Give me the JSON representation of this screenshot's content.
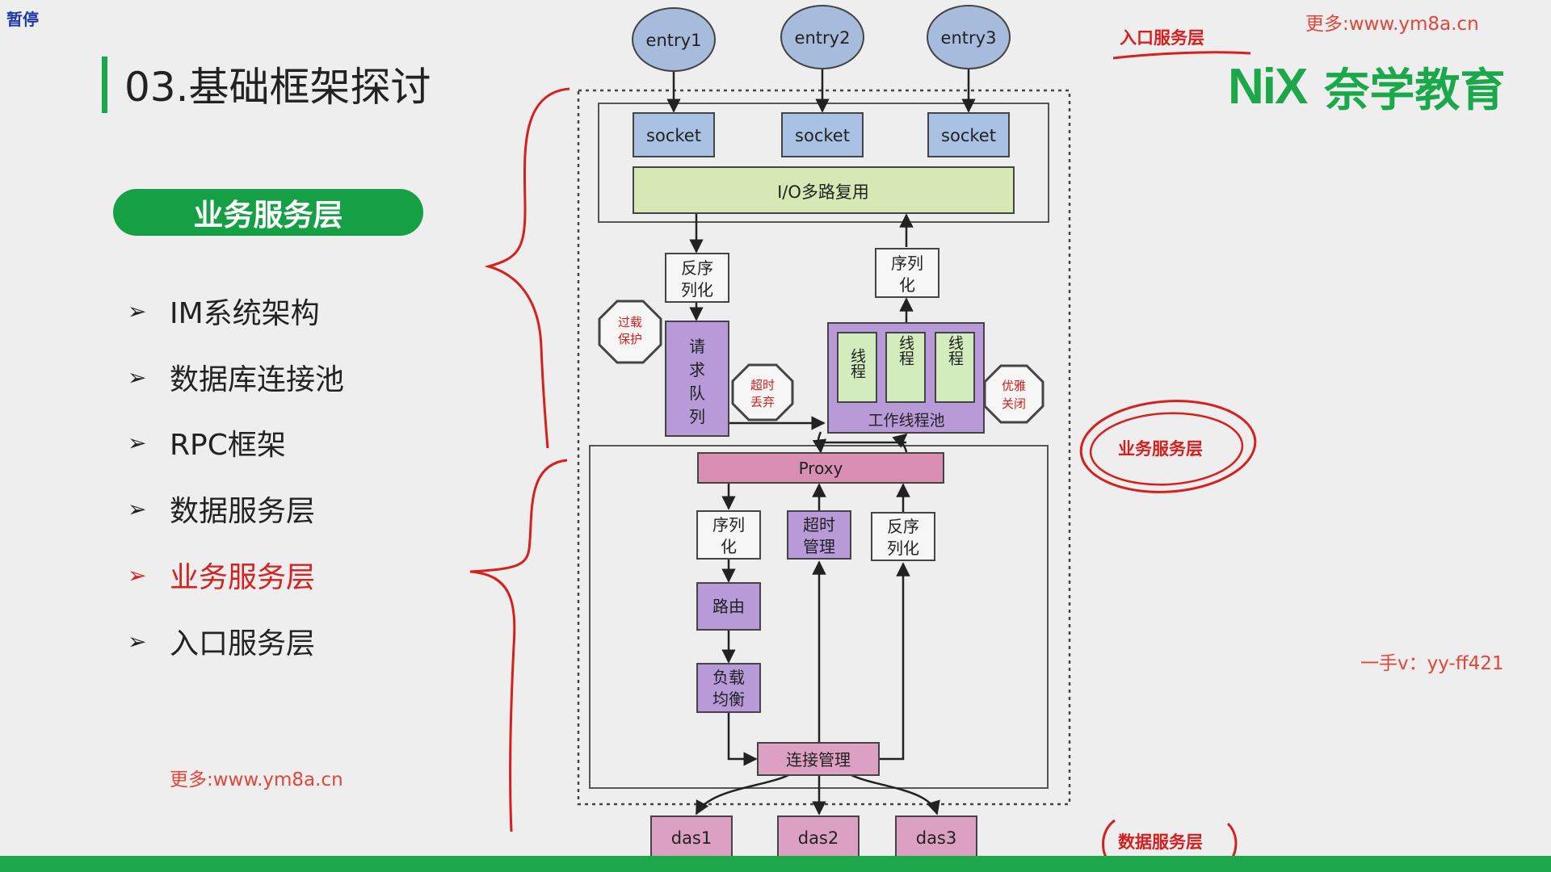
{
  "overlay": {
    "pause_label": "暂停"
  },
  "slide": {
    "title": "03.基础框架探讨",
    "section_pill": "业务服务层",
    "menu": [
      {
        "label": "IM系统架构",
        "active": false
      },
      {
        "label": "数据库连接池",
        "active": false
      },
      {
        "label": "RPC框架",
        "active": false
      },
      {
        "label": "数据服务层",
        "active": false
      },
      {
        "label": "业务服务层",
        "active": true
      },
      {
        "label": "入口服务层",
        "active": false
      }
    ],
    "arrow_glyph": "➢",
    "watermark_link": "更多:www.ym8a.cn",
    "watermark_contact": "一手v：yy-ff421",
    "brand_mark": "NiX",
    "brand_name": "奈学教育"
  },
  "colors": {
    "accent_green": "#16a046",
    "active_red": "#d42121",
    "entry_blue": "#a7bcdc",
    "socket_blue": "#a9c1e2",
    "io_green": "#d6e9b4",
    "queue_purple": "#b89ad8",
    "thread_green": "#d2ecbe",
    "proxy_pink": "#d98fb2",
    "das_pink": "#dba0c2",
    "annotation_red": "#d6201f"
  },
  "diagram": {
    "entries": [
      "entry1",
      "entry2",
      "entry3"
    ],
    "sockets": [
      "socket",
      "socket",
      "socket"
    ],
    "io_multiplex": "I/O多路复用",
    "deserialize_top": [
      "反序",
      "列化"
    ],
    "serialize_top": [
      "序列",
      "化"
    ],
    "overload_protect": [
      "过载",
      "保护"
    ],
    "request_queue": [
      "请",
      "求",
      "队",
      "列"
    ],
    "timeout_drop": [
      "超时",
      "丢弃"
    ],
    "threads": [
      "线程",
      "线程",
      "线程"
    ],
    "graceful_close": [
      "优雅",
      "关闭"
    ],
    "worker_pool": "工作线程池",
    "proxy": "Proxy",
    "serialize_bottom": [
      "序列",
      "化"
    ],
    "timeout_manage": [
      "超时",
      "管理"
    ],
    "deserialize_bottom": [
      "反序",
      "列化"
    ],
    "route": "路由",
    "load_balance": [
      "负载",
      "均衡"
    ],
    "connection_manage": "连接管理",
    "das": [
      "das1",
      "das2",
      "das3"
    ]
  },
  "annotations": {
    "entry_layer": "入口服务层",
    "business_layer": "业务服务层",
    "data_layer": "数据服务层"
  }
}
